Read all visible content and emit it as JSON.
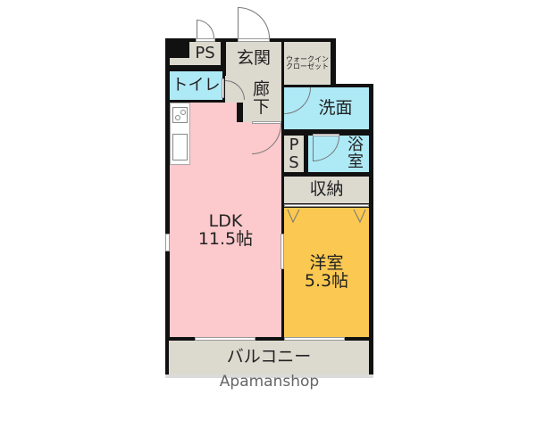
{
  "rooms": {
    "ps_top": "PS",
    "genkan": "玄関",
    "walk_in_closet": "ウォークイン\nクローゼット",
    "toilet": "トイレ",
    "hallway": "廊下",
    "washroom": "洗面",
    "ps_small": "PS",
    "bathroom": "浴室",
    "storage": "収納",
    "ldk_name": "LDK",
    "ldk_size": "11.5帖",
    "western_room_name": "洋室",
    "western_room_size": "5.3帖",
    "balcony": "バルコニー"
  },
  "watermark": "Apamanshop",
  "colors": {
    "ldk": "#fcc9cc",
    "western_room": "#fbc851",
    "wet_area": "#aee9f6",
    "utility": "#dcd9cf"
  }
}
